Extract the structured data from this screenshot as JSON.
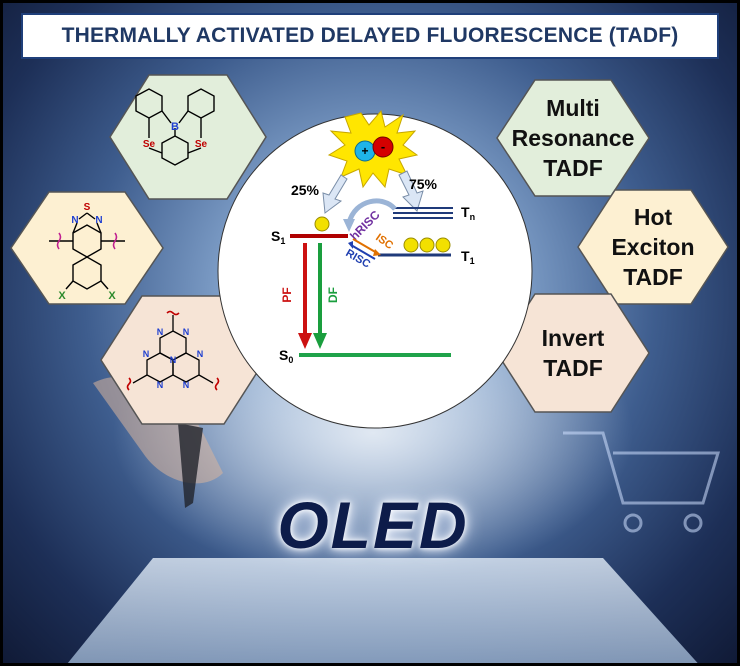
{
  "title": "THERMALLY ACTIVATED DELAYED FLUORESCENCE (TADF)",
  "panels": {
    "multi_resonance": [
      "Multi",
      "Resonance",
      "TADF"
    ],
    "hot_exciton": [
      "Hot",
      "Exciton",
      "TADF"
    ],
    "invert": [
      "Invert",
      "TADF"
    ]
  },
  "diagram": {
    "charge_plus": "+",
    "charge_minus": "-",
    "pct_singlet": "25%",
    "pct_triplet": "75%",
    "s1": "S",
    "s1_sub": "1",
    "s0": "S",
    "s0_sub": "0",
    "tn": "T",
    "tn_sub": "n",
    "t1": "T",
    "t1_sub": "1",
    "hrisc": "hRISC",
    "isc": "ISC",
    "risc": "RISC",
    "pf": "PF",
    "df": "DF"
  },
  "molecules": {
    "boron_selenium": {
      "boron": "B",
      "se_left": "Se",
      "se_right": "Se"
    },
    "thiadiazole": {
      "n_left": "N",
      "n_right": "N",
      "s": "S",
      "x_left": "X",
      "x_right": "X"
    },
    "heptazine": {
      "n": "N"
    }
  },
  "logo": "OLED",
  "colors": {
    "title": "#1f3864",
    "s1_level": "#b00000",
    "s0_level": "#1fa34a",
    "triplet_level": "#1f3a7a",
    "pf_arrow": "#cc1111",
    "df_arrow": "#1a9e3e",
    "exciton": "#f2e000",
    "hrisc": "#7030a0",
    "isc": "#e07000",
    "risc": "#1f3fb0"
  }
}
